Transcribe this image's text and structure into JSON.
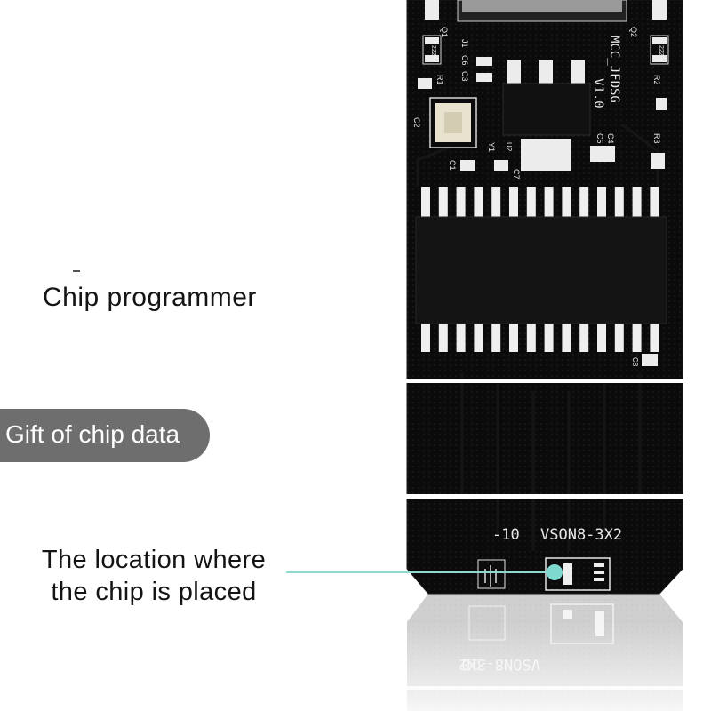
{
  "captions": {
    "programmer": "Chip programmer",
    "gift": "Gift of chip data",
    "location_line1": "The location where",
    "location_line2": "the chip is placed"
  },
  "silkscreen": {
    "brand_line1": "MCC_JFDSG",
    "brand_line2": "V1.0",
    "package_label": "VSON8-3X2",
    "package_suffix": "-10",
    "refs": {
      "q1": "Q1",
      "q2": "Q2",
      "j1": "J1",
      "c6": "C6",
      "c3": "C3",
      "r1": "R1",
      "r2": "R2",
      "r3": "R3",
      "c2": "C2",
      "c1": "C1",
      "y1": "Y1",
      "u2": "U2",
      "c7": "C7",
      "c5": "C5",
      "c4": "C4",
      "c8": "C8",
      "res_left": "222",
      "res_right": "222"
    }
  },
  "colors": {
    "board": "#0b0b0b",
    "silkscreen": "#e8e8e8",
    "pill": "#6e6e6e",
    "pointer": "#7fd8cf"
  }
}
